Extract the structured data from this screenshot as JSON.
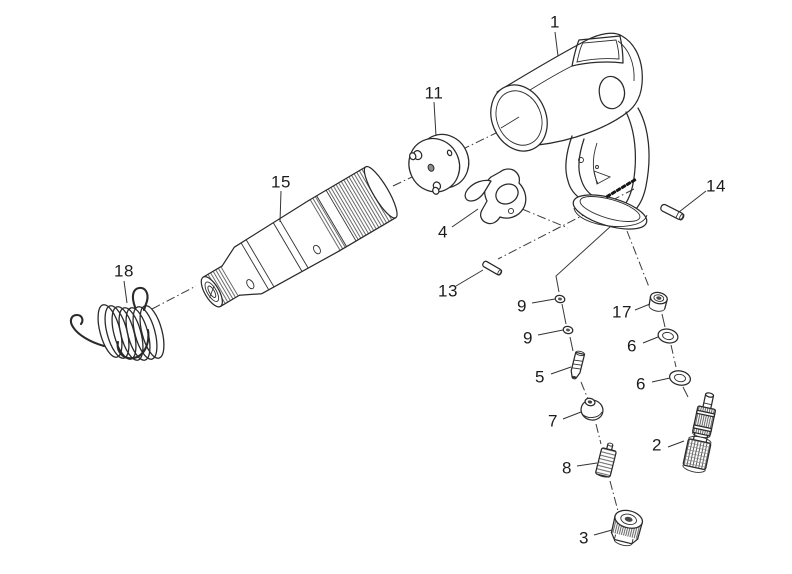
{
  "colors": {
    "background": "#ffffff",
    "ink": "#2a2a2a",
    "thread_hatch": "#555555"
  },
  "callouts": [
    {
      "text": "1"
    },
    {
      "text": "11"
    },
    {
      "text": "15"
    },
    {
      "text": "18"
    },
    {
      "text": "4"
    },
    {
      "text": "13"
    },
    {
      "text": "14"
    },
    {
      "text": "9"
    },
    {
      "text": "9"
    },
    {
      "text": "5"
    },
    {
      "text": "7"
    },
    {
      "text": "8"
    },
    {
      "text": "3"
    },
    {
      "text": "17"
    },
    {
      "text": "6"
    },
    {
      "text": "6"
    },
    {
      "text": "2"
    }
  ]
}
